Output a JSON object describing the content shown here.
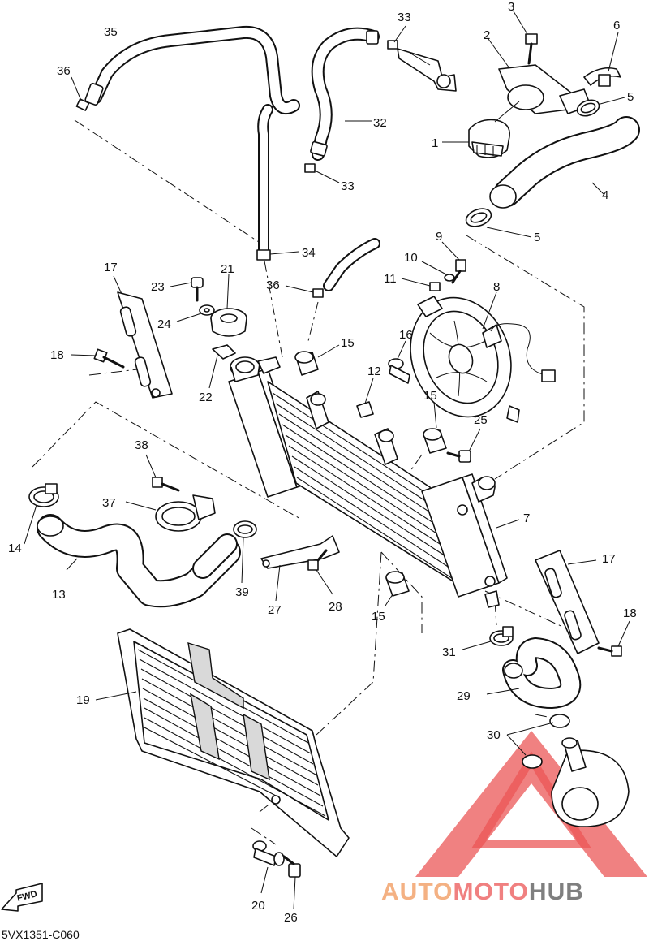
{
  "diagram": {
    "code": "5VX1351-C060",
    "fwd_label": "FWD",
    "watermark": {
      "part1": "AUTO",
      "part2": "MOTO",
      "part3": "HUB",
      "color1": "#f4b183",
      "color2": "#f08080",
      "color3": "#7f7f7f",
      "logo_color": "#e83a3a"
    },
    "callouts": {
      "c1": "1",
      "c2": "2",
      "c3": "3",
      "c4": "4",
      "c5a": "5",
      "c5b": "5",
      "c6": "6",
      "c7": "7",
      "c8": "8",
      "c9": "9",
      "c10": "10",
      "c11": "11",
      "c12": "12",
      "c13": "13",
      "c14": "14",
      "c15a": "15",
      "c15b": "15",
      "c15c": "15",
      "c16": "16",
      "c17a": "17",
      "c17b": "17",
      "c18a": "18",
      "c18b": "18",
      "c19": "19",
      "c20": "20",
      "c21": "21",
      "c22": "22",
      "c23": "23",
      "c24": "24",
      "c25": "25",
      "c26": "26",
      "c27": "27",
      "c28": "28",
      "c29": "29",
      "c30": "30",
      "c31": "31",
      "c32": "32",
      "c33a": "33",
      "c33b": "33",
      "c34": "34",
      "c35": "35",
      "c36a": "36",
      "c36b": "36",
      "c37": "37",
      "c38": "38",
      "c39": "39"
    }
  }
}
